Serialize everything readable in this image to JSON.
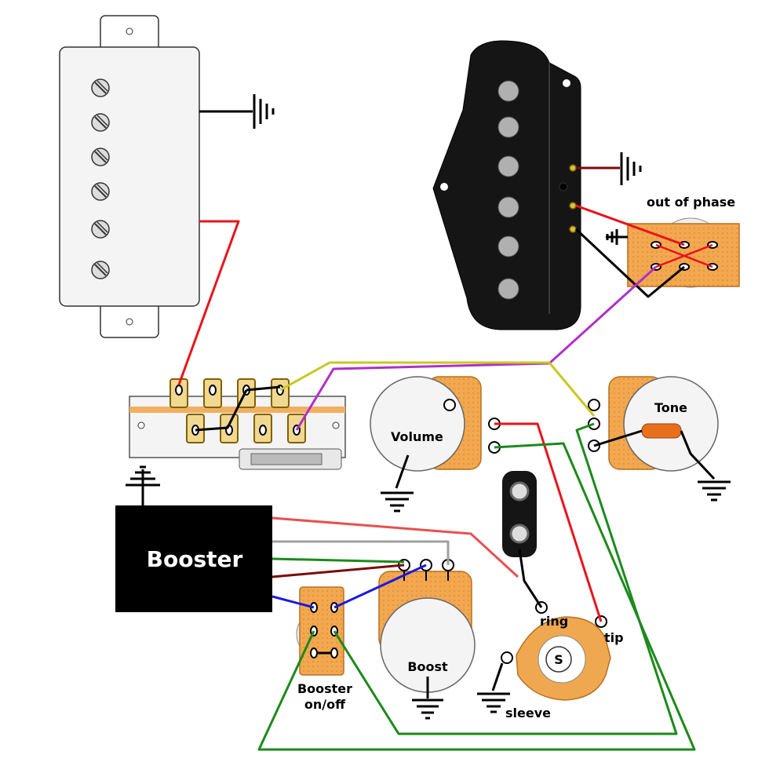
{
  "title": "Telecaster wiring diagram with humbucker, booster and out-of-phase switch",
  "labels": {
    "out_of_phase": "out of phase",
    "volume": "Volume",
    "tone": "Tone",
    "booster": "Booster",
    "boost": "Boost",
    "booster_switch_line1": "Booster",
    "booster_switch_line2": "on/off",
    "ring": "ring",
    "tip": "tip",
    "sleeve": "sleeve",
    "jack_s": "S"
  },
  "components": [
    {
      "id": "neck-humbucker",
      "type": "single-coil-sized humbucker",
      "pole_screws": 6
    },
    {
      "id": "bridge-pickup",
      "type": "tele bridge single coil",
      "pole_pieces": 6
    },
    {
      "id": "out-of-phase-switch",
      "type": "DPDT"
    },
    {
      "id": "selector-switch",
      "type": "3-way blade switch"
    },
    {
      "id": "volume-pot",
      "type": "potentiometer"
    },
    {
      "id": "tone-pot",
      "type": "potentiometer with capacitor"
    },
    {
      "id": "booster-module",
      "type": "preamp"
    },
    {
      "id": "boost-pot",
      "type": "potentiometer"
    },
    {
      "id": "booster-switch",
      "type": "DPDT on/off"
    },
    {
      "id": "battery-clip",
      "type": "9V"
    },
    {
      "id": "output-jack",
      "type": "stereo jack"
    }
  ],
  "wire_colors": {
    "red": "#e8141c",
    "black": "#000000",
    "green": "#1c8a1c",
    "blue": "#1a1ae0",
    "yellow": "#c8c820",
    "purple": "#b030c8",
    "gray": "#a0a0a0",
    "dark_red": "#7a0a0a",
    "light_red": "#e85050"
  },
  "component_colors": {
    "pot_body": "#f0a850",
    "pickup_black": "#151515",
    "cap_orange": "#e8701c"
  }
}
